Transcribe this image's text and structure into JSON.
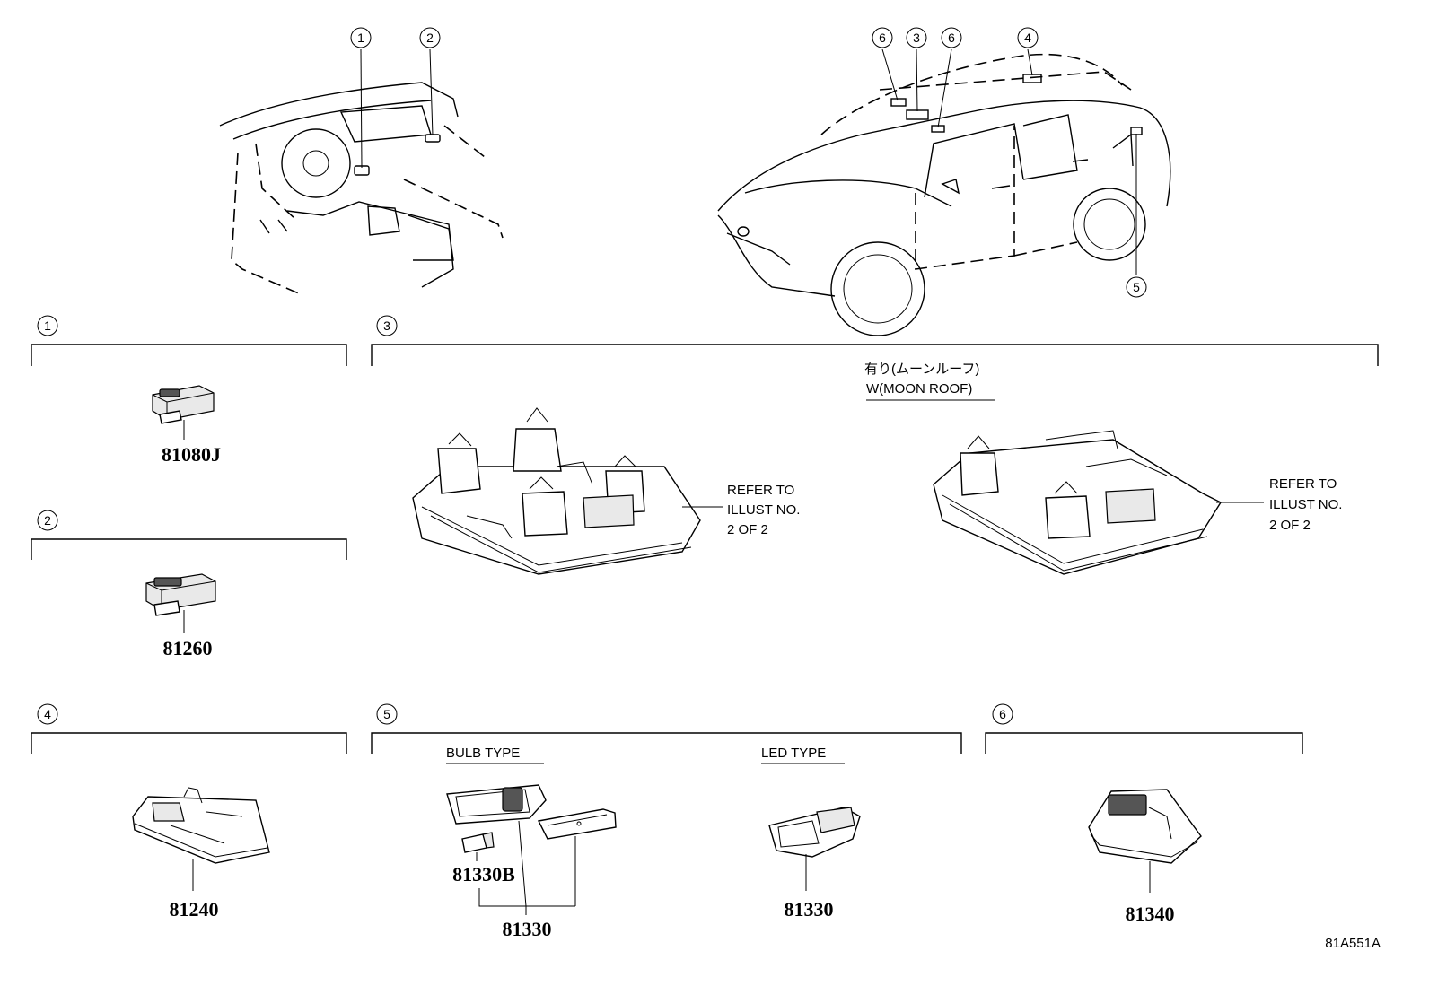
{
  "callouts": [
    "1",
    "2",
    "3",
    "4",
    "5",
    "6"
  ],
  "sections": {
    "s1": {
      "num": "1",
      "part": "81080J"
    },
    "s2": {
      "num": "2",
      "part": "81260"
    },
    "s3": {
      "num": "3",
      "note_jp": "有り(ムーンルーフ)",
      "note_en": "W(MOON ROOF)",
      "refer_left": [
        "REFER TO",
        "ILLUST NO.",
        "2 OF 2"
      ],
      "refer_right": [
        "REFER TO",
        "ILLUST NO.",
        "2 OF 2"
      ]
    },
    "s4": {
      "num": "4",
      "part": "81240"
    },
    "s5": {
      "num": "5",
      "bulb_type": "BULB TYPE",
      "led_type": "LED TYPE",
      "part_bulb": "81330B",
      "part_assy": "81330",
      "part_led": "81330"
    },
    "s6": {
      "num": "6",
      "part": "81340"
    }
  },
  "illustration_id": "81A551A"
}
